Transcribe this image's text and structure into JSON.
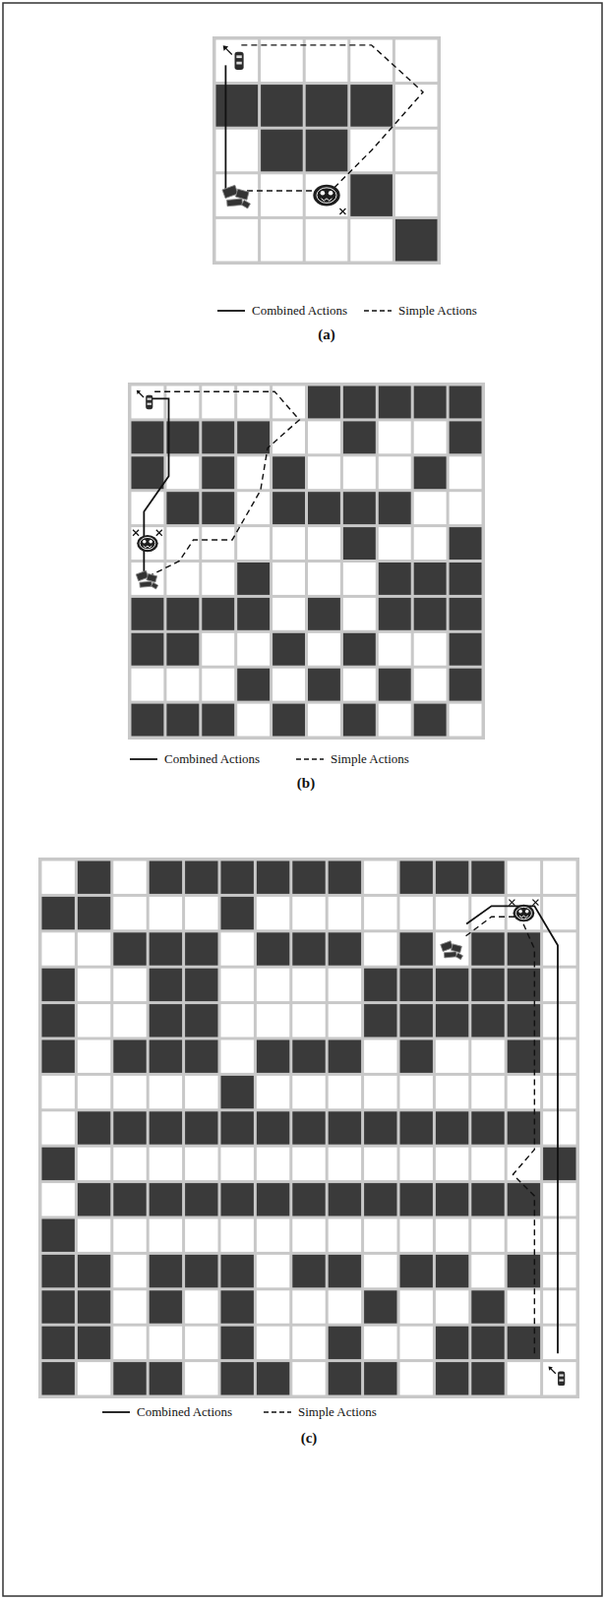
{
  "diagram": {
    "labels": [
      "(a)",
      "(b)",
      "(c)"
    ],
    "legend": [
      {
        "text": "Combined Actions"
      },
      {
        "text": "Simple Actions"
      },
      {
        "text": "Combined Actions"
      },
      {
        "text": "Simple Actions"
      },
      {
        "text": "Combined Actions"
      },
      {
        "text": "Simple Actions"
      }
    ]
  }
}
